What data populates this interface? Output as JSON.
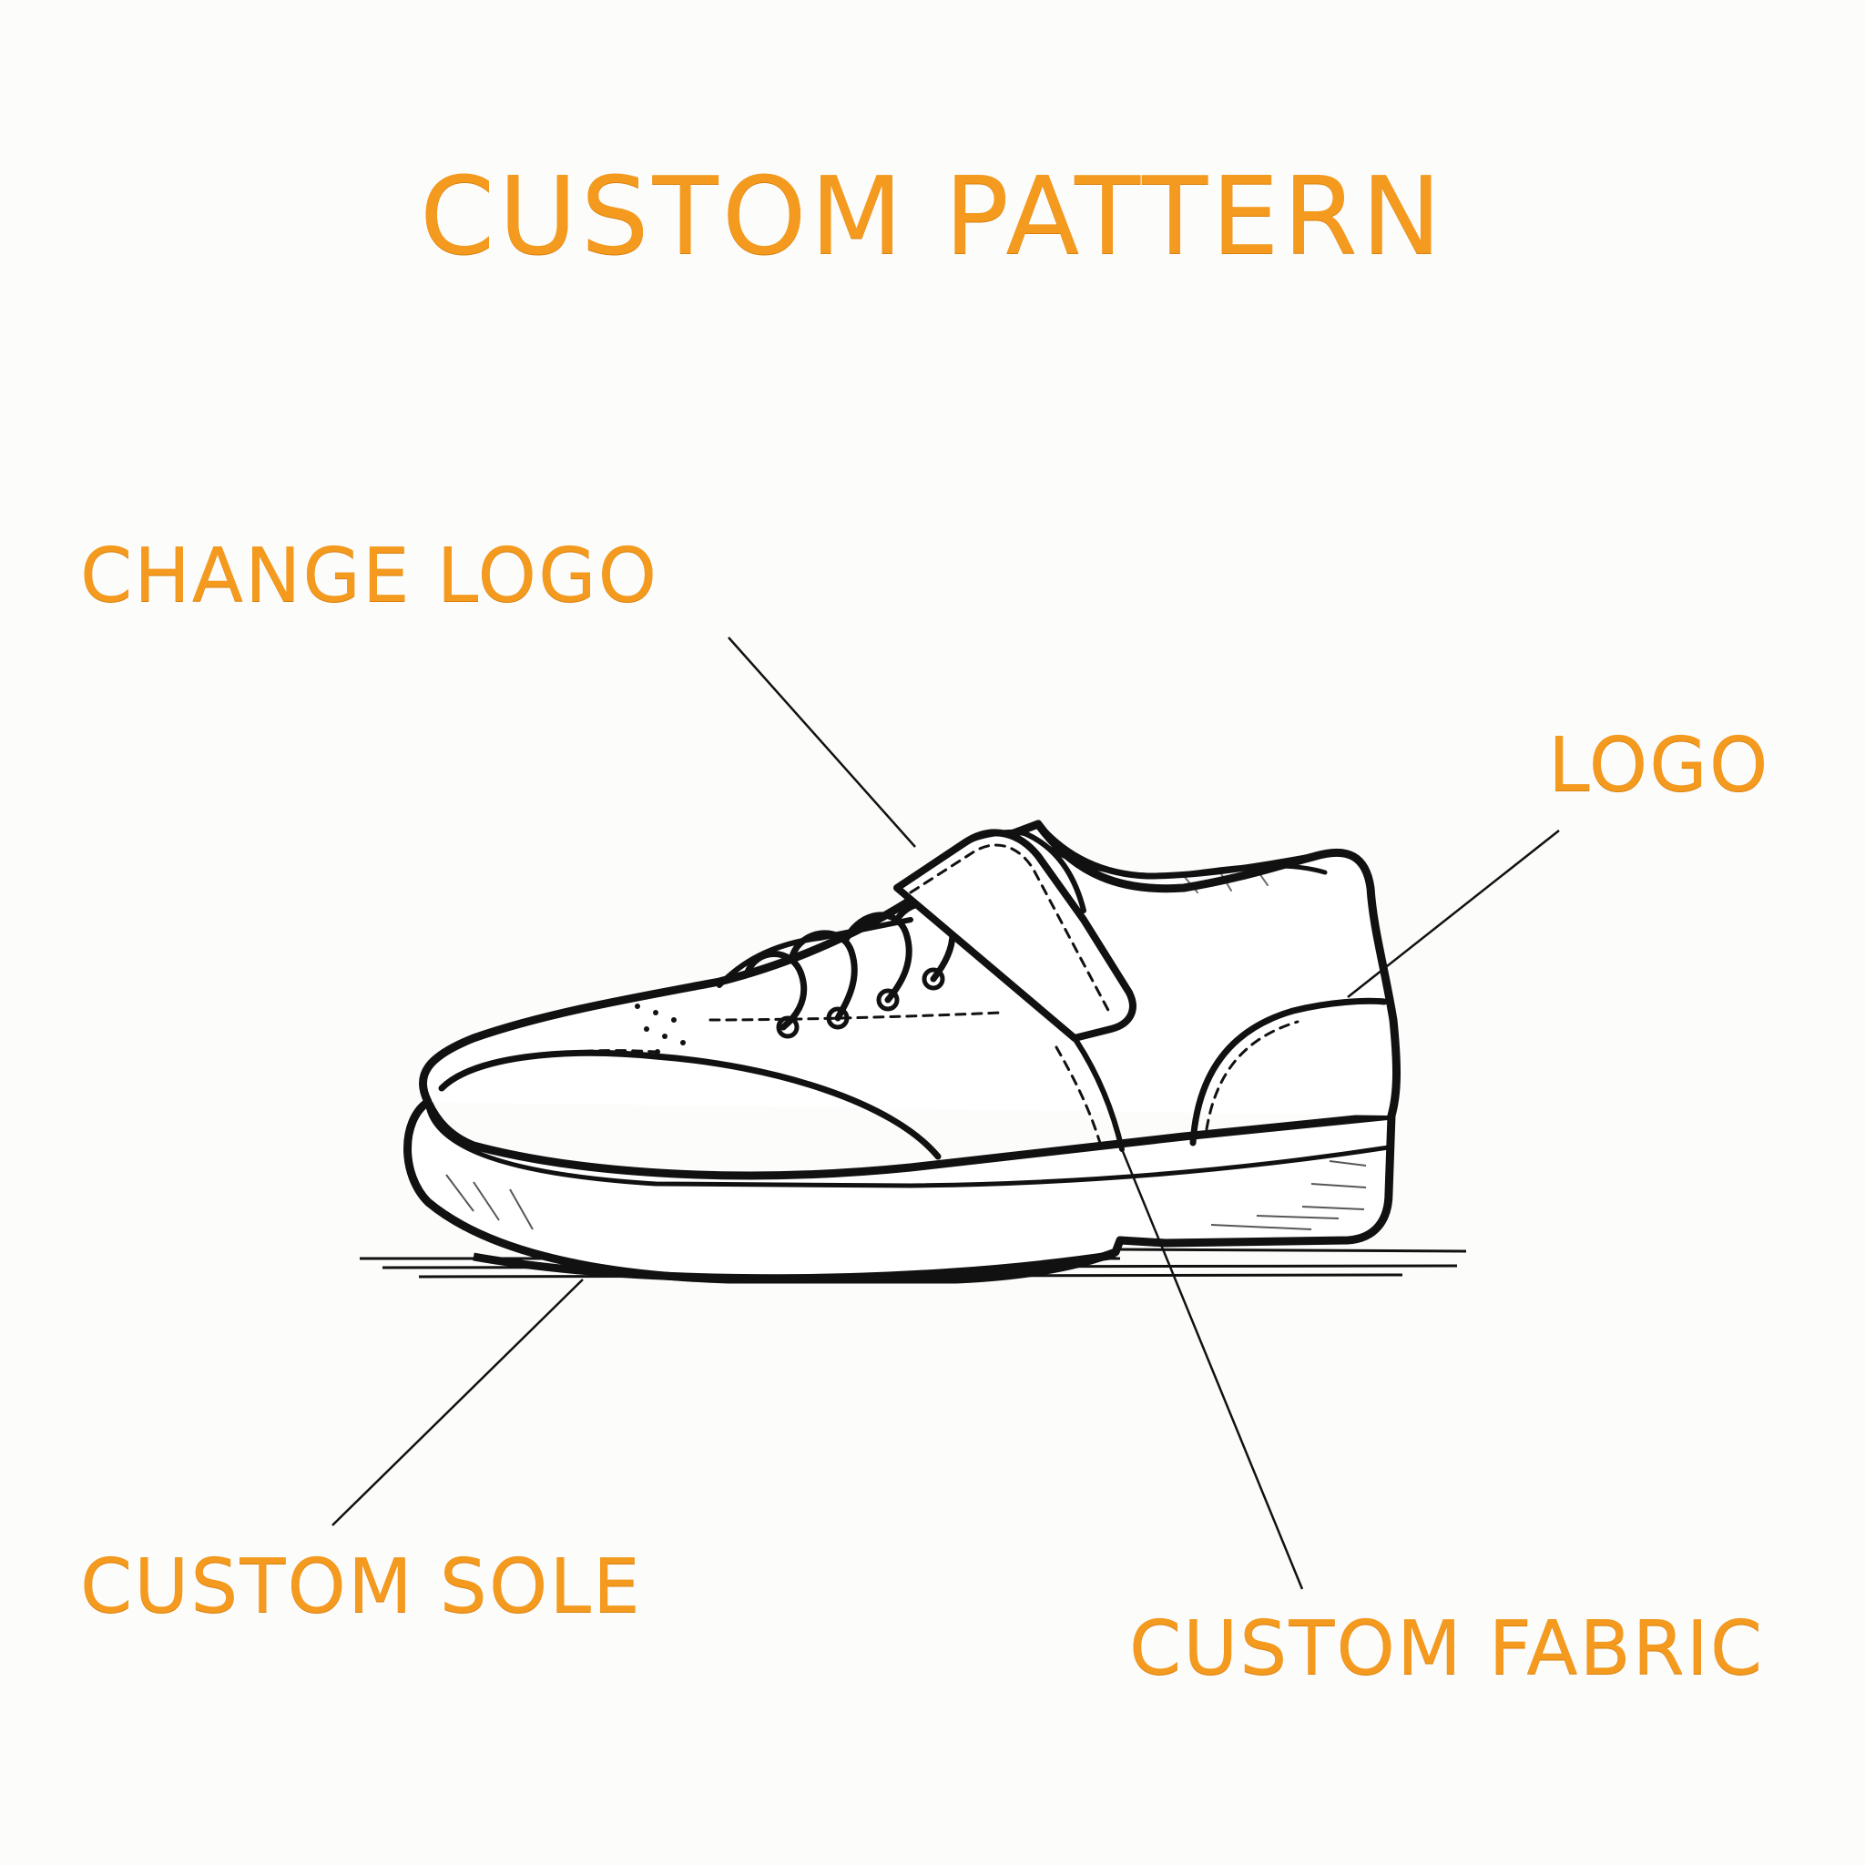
{
  "title": "CUSTOM PATTERN",
  "callouts": {
    "change_logo": "CHANGE LOGO",
    "logo": "LOGO",
    "custom_sole": "CUSTOM SOLE",
    "custom_fabric": "CUSTOM FABRIC"
  },
  "colors": {
    "label": "#f39a1f",
    "line": "#111111",
    "background": "#fcfcfb"
  },
  "illustration": "shoe-sneaker-illustration"
}
